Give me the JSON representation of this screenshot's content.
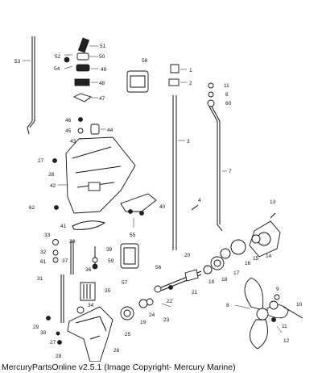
{
  "footer": {
    "caption": "MercuryPartsOnline v2.5.1 (Image Copyright- Mercury Marine)"
  },
  "callouts": {
    "c1": "1",
    "c2": "2",
    "c3": "3",
    "c4": "4",
    "c6": "6",
    "c7": "7",
    "c8": "8",
    "c9": "9",
    "c10": "10",
    "c11a": "11",
    "c11b": "11",
    "c12": "12",
    "c13": "13",
    "c14": "14",
    "c15": "15",
    "c16": "16",
    "c17": "17",
    "c18": "18",
    "c19a": "19",
    "c19b": "19",
    "c20": "20",
    "c21": "21",
    "c22": "22",
    "c23": "23",
    "c24": "24",
    "c25": "25",
    "c26": "26",
    "c27a": "27",
    "c27b": "27",
    "c28a": "28",
    "c28b": "28",
    "c29": "29",
    "c30": "30",
    "c31": "31",
    "c32": "32",
    "c33": "33",
    "c34": "34",
    "c35": "35",
    "c36": "36",
    "c37": "37",
    "c38": "38",
    "c39": "39",
    "c40": "40",
    "c41": "41",
    "c42": "42",
    "c43": "43",
    "c44": "44",
    "c45": "45",
    "c46": "46",
    "c47": "47",
    "c48": "48",
    "c49": "49",
    "c50": "50",
    "c51": "51",
    "c52": "52",
    "c53": "53",
    "c54": "54",
    "c55": "55",
    "c56": "56",
    "c57": "57",
    "c58": "58",
    "c59": "59",
    "c60": "60",
    "c61": "61",
    "c62": "62"
  }
}
